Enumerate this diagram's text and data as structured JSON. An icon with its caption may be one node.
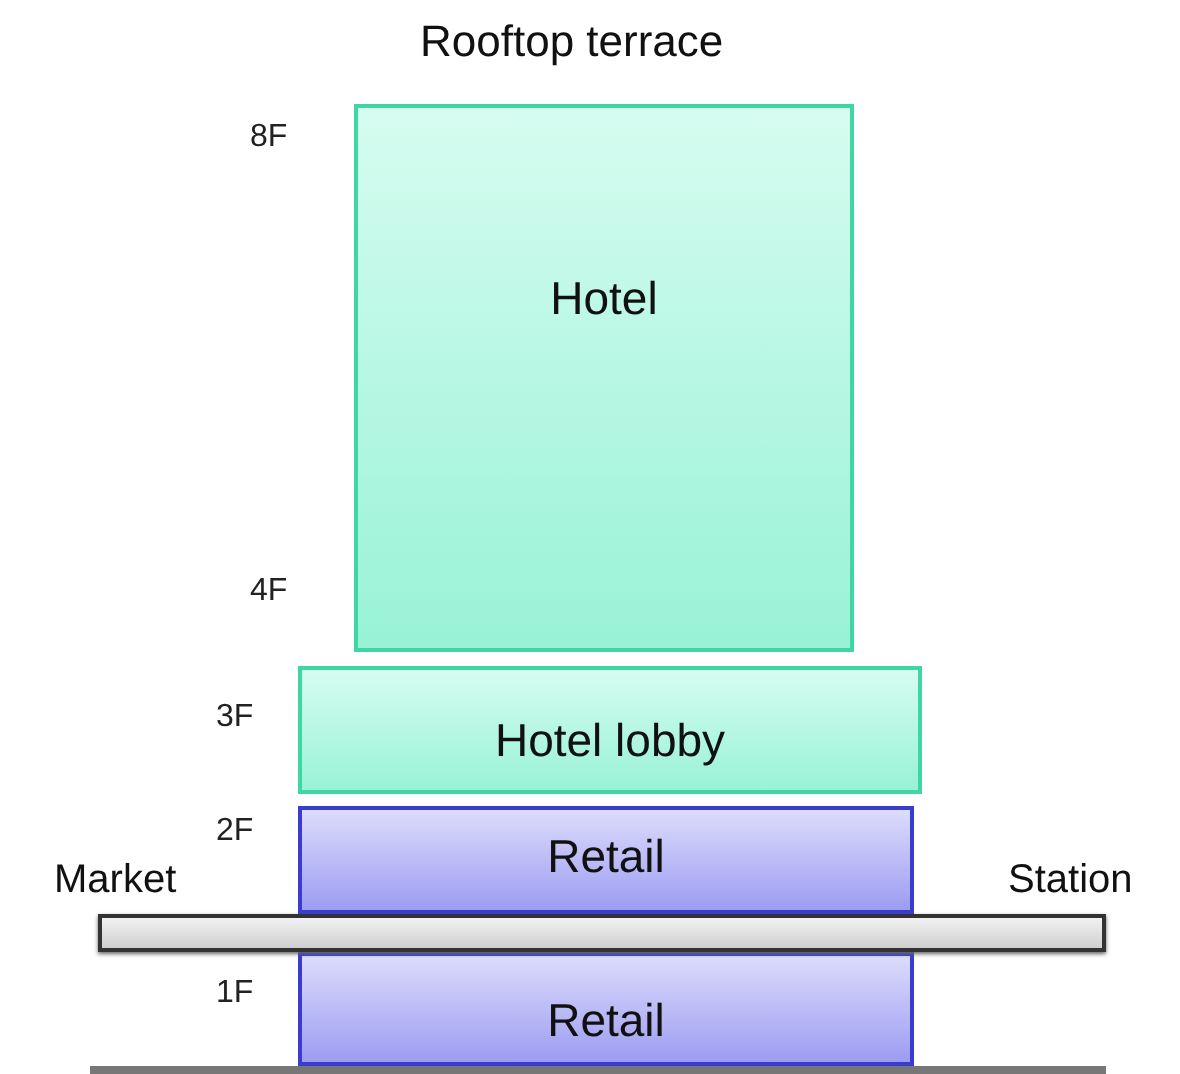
{
  "diagram": {
    "nodes": [
      {
        "text": [
          "Hotel"
        ],
        "beside": [
          "8F",
          "4F"
        ]
      },
      {
        "text": [
          "Hotel lobby"
        ],
        "beside": [
          "3F"
        ]
      },
      {
        "text": [
          "Retail"
        ],
        "beside": [
          "2F"
        ]
      },
      {
        "text": [],
        "shape": "bar"
      },
      {
        "text": [
          "Retail"
        ],
        "beside": [
          "1F"
        ]
      }
    ],
    "edges": [],
    "labels": [
      "Rooftop terrace",
      "Market",
      "Station"
    ]
  }
}
